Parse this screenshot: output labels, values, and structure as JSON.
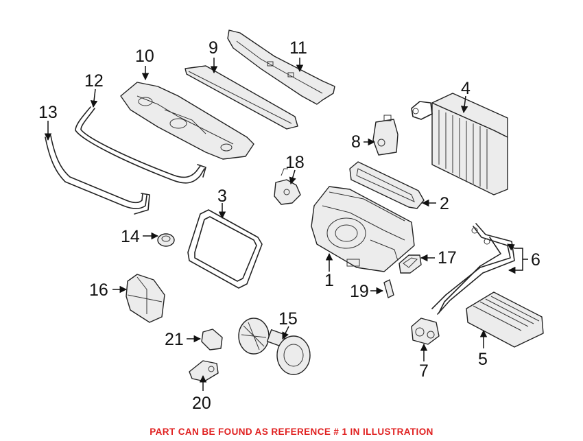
{
  "callouts": {
    "c1": "1",
    "c2": "2",
    "c3": "3",
    "c4": "4",
    "c5": "5",
    "c6": "6",
    "c7": "7",
    "c8": "8",
    "c9": "9",
    "c10": "10",
    "c11": "11",
    "c12": "12",
    "c13": "13",
    "c14": "14",
    "c15": "15",
    "c16": "16",
    "c17": "17",
    "c18": "18",
    "c19": "19",
    "c20": "20",
    "c21": "21"
  },
  "footer": {
    "text": "PART CAN BE FOUND AS REFERENCE # 1 IN ILLUSTRATION",
    "color": "#e02020"
  }
}
